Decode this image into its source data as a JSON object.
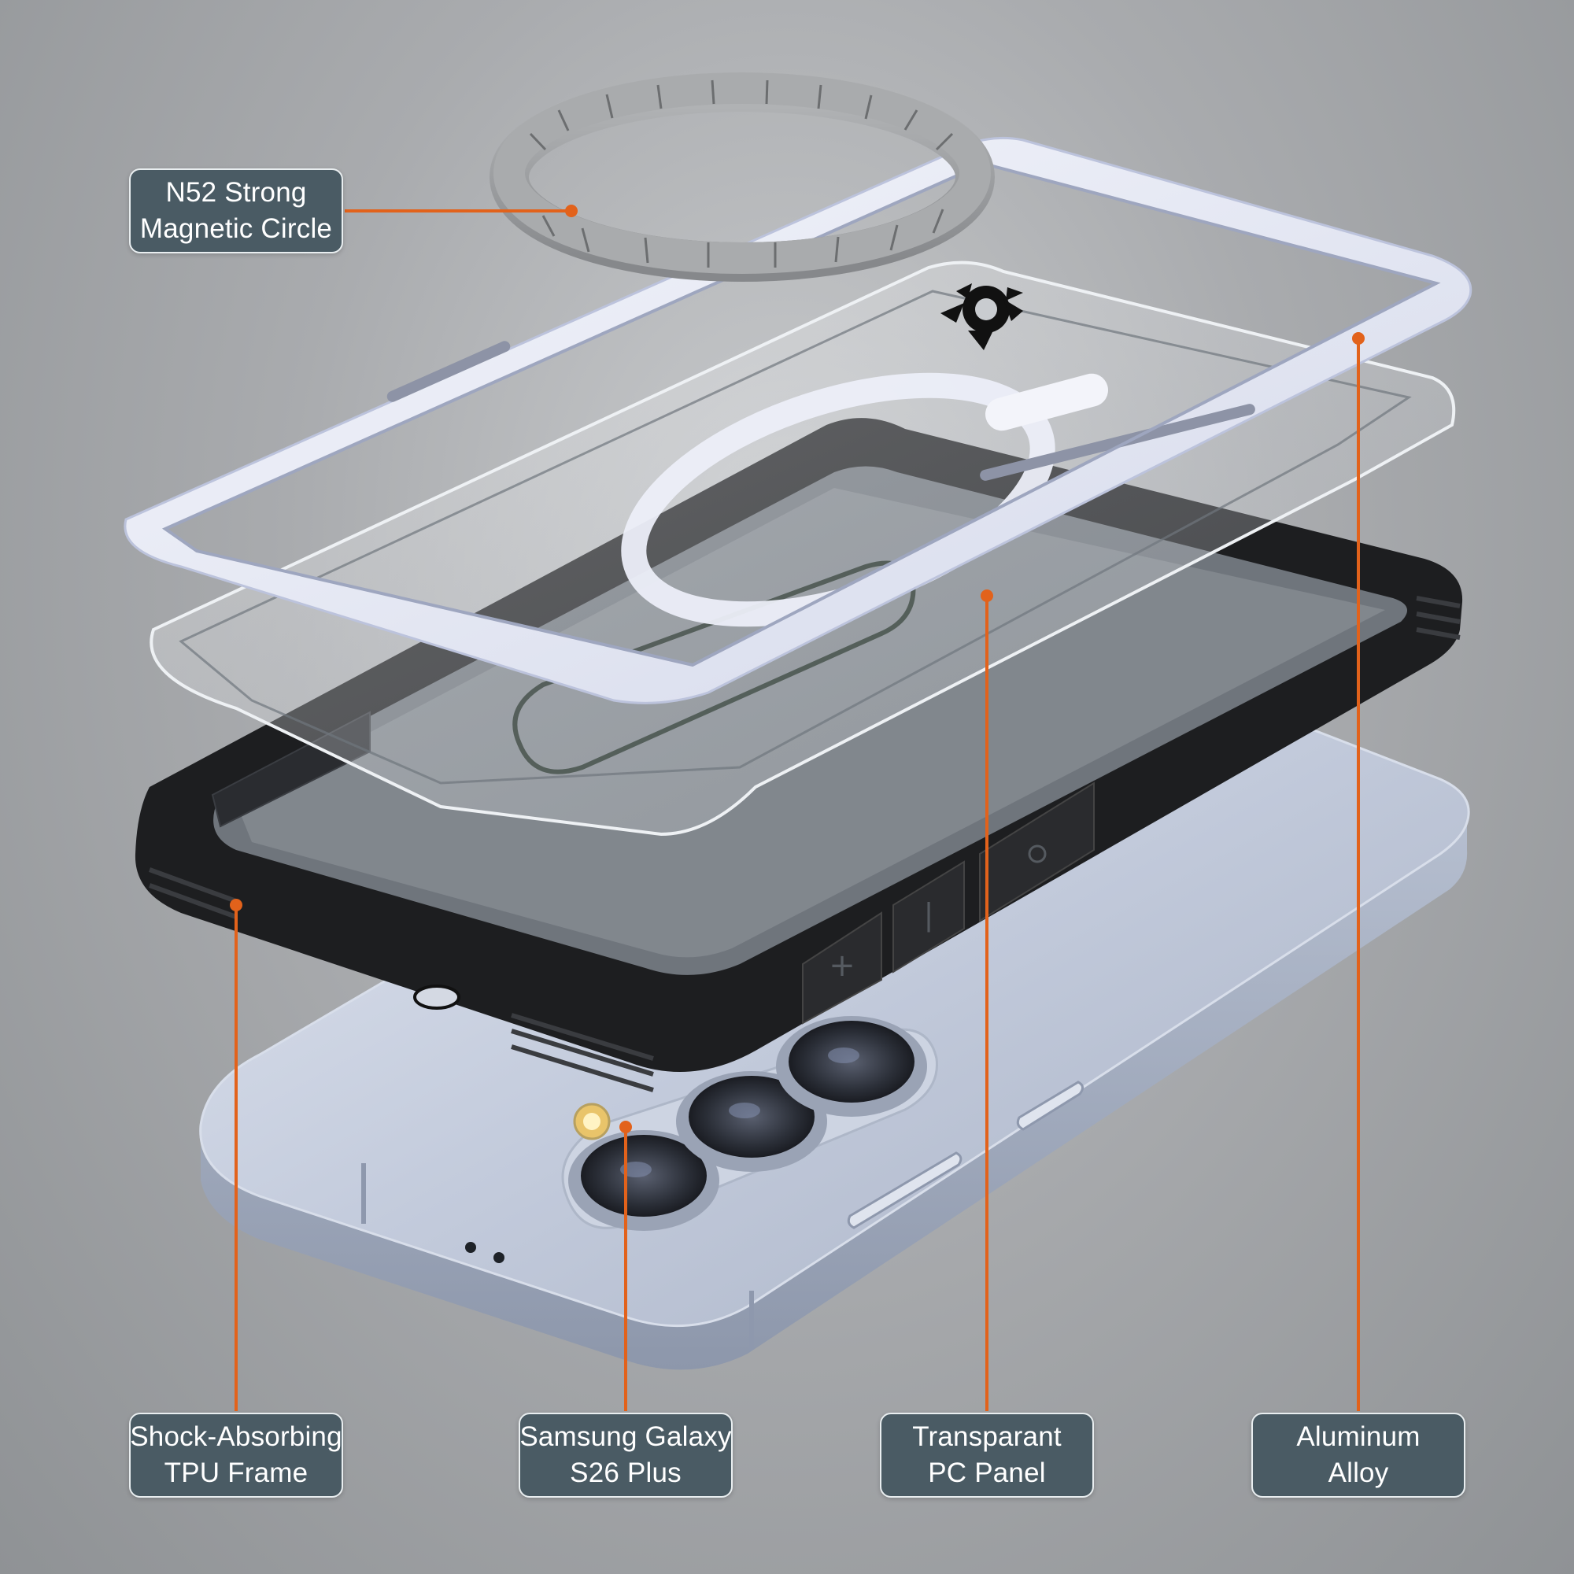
{
  "colors": {
    "background": "#a9abae",
    "label_fill": "#4a5b64",
    "label_border": "#e9eef0",
    "label_text": "#ffffff",
    "leader_line": "#e2621b",
    "phone_body": "#c7d0e0",
    "tpu_frame": "#1d1e20",
    "aluminum_frame": "#e6e9f6",
    "magnet_ring": "#9a9c9e"
  },
  "labels": {
    "magnet": {
      "line1": "N52 Strong",
      "line2": "Magnetic Circle"
    },
    "tpu": {
      "line1": "Shock-Absorbing",
      "line2": "TPU Frame"
    },
    "phone": {
      "line1": "Samsung Galaxy",
      "line2": "S26 Plus"
    },
    "panel": {
      "line1": "Transparant",
      "line2": "PC Panel"
    },
    "alloy": {
      "line1": "Aluminum",
      "line2": "Alloy"
    }
  },
  "icons": {
    "brand_logo": "spiky-sun-logo",
    "power_button": "power-icon",
    "volume_up": "plus-icon",
    "volume_down": "minus-icon"
  }
}
